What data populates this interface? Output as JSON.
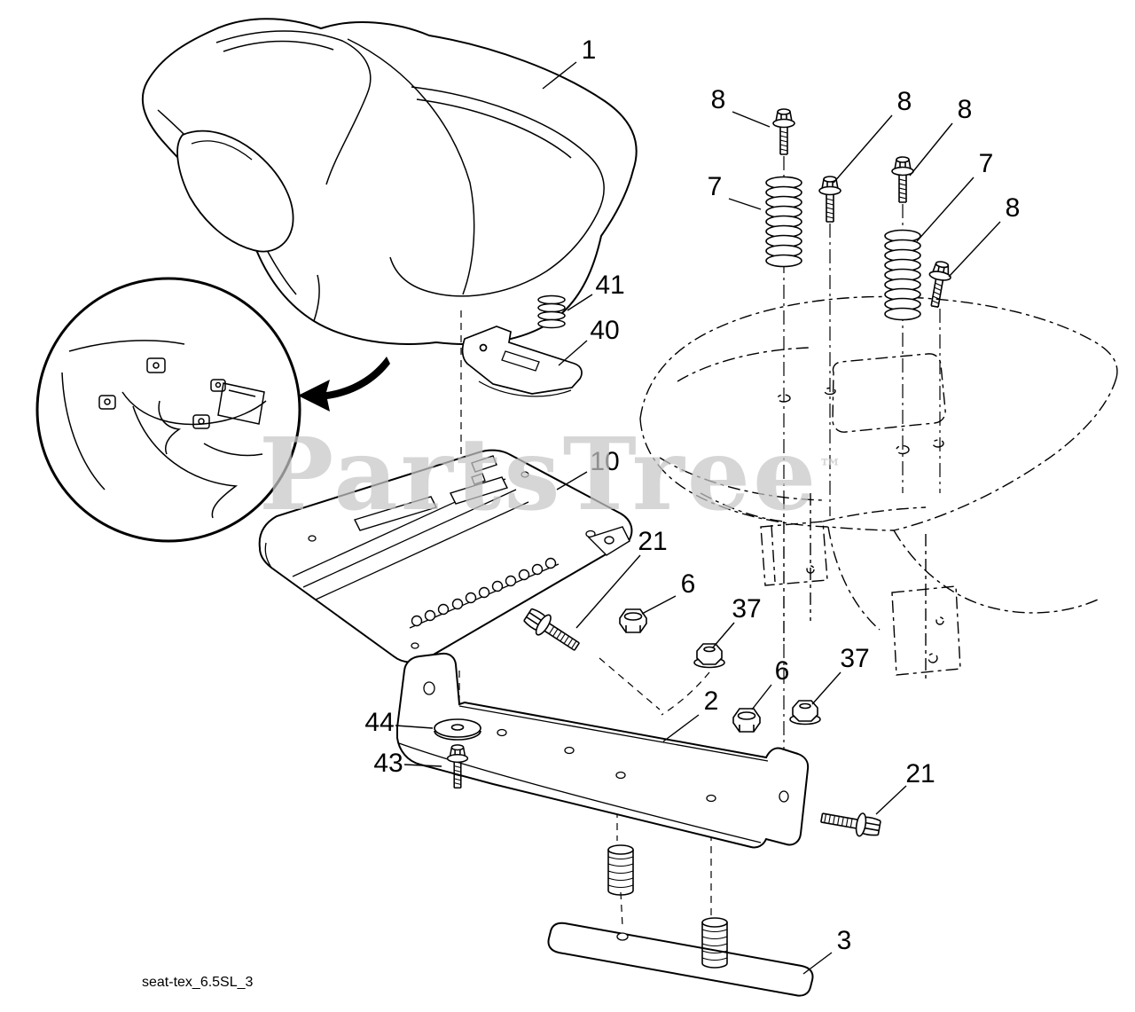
{
  "watermark": {
    "text": "PartsTree",
    "tm": "™"
  },
  "footer": {
    "code": "seat-tex_6.5SL_3"
  },
  "callouts": [
    {
      "part": "seat",
      "label": "1"
    },
    {
      "part": "screw-1",
      "label": "8"
    },
    {
      "part": "screw-2",
      "label": "8"
    },
    {
      "part": "screw-3",
      "label": "8"
    },
    {
      "part": "spring-left",
      "label": "7"
    },
    {
      "part": "spring-right",
      "label": "7"
    },
    {
      "part": "screw-4",
      "label": "8"
    },
    {
      "part": "retainer-spring",
      "label": "41"
    },
    {
      "part": "clip",
      "label": "40"
    },
    {
      "part": "seat-pan",
      "label": "10"
    },
    {
      "part": "bolt-left",
      "label": "21"
    },
    {
      "part": "nut-upper",
      "label": "6"
    },
    {
      "part": "flange-nut-upper",
      "label": "37"
    },
    {
      "part": "nut-lower",
      "label": "6"
    },
    {
      "part": "flange-nut-lower",
      "label": "37"
    },
    {
      "part": "seat-bracket",
      "label": "2"
    },
    {
      "part": "washer",
      "label": "44"
    },
    {
      "part": "shoulder-bolt",
      "label": "43"
    },
    {
      "part": "bolt-right",
      "label": "21"
    },
    {
      "part": "stud-plate",
      "label": "3"
    }
  ]
}
